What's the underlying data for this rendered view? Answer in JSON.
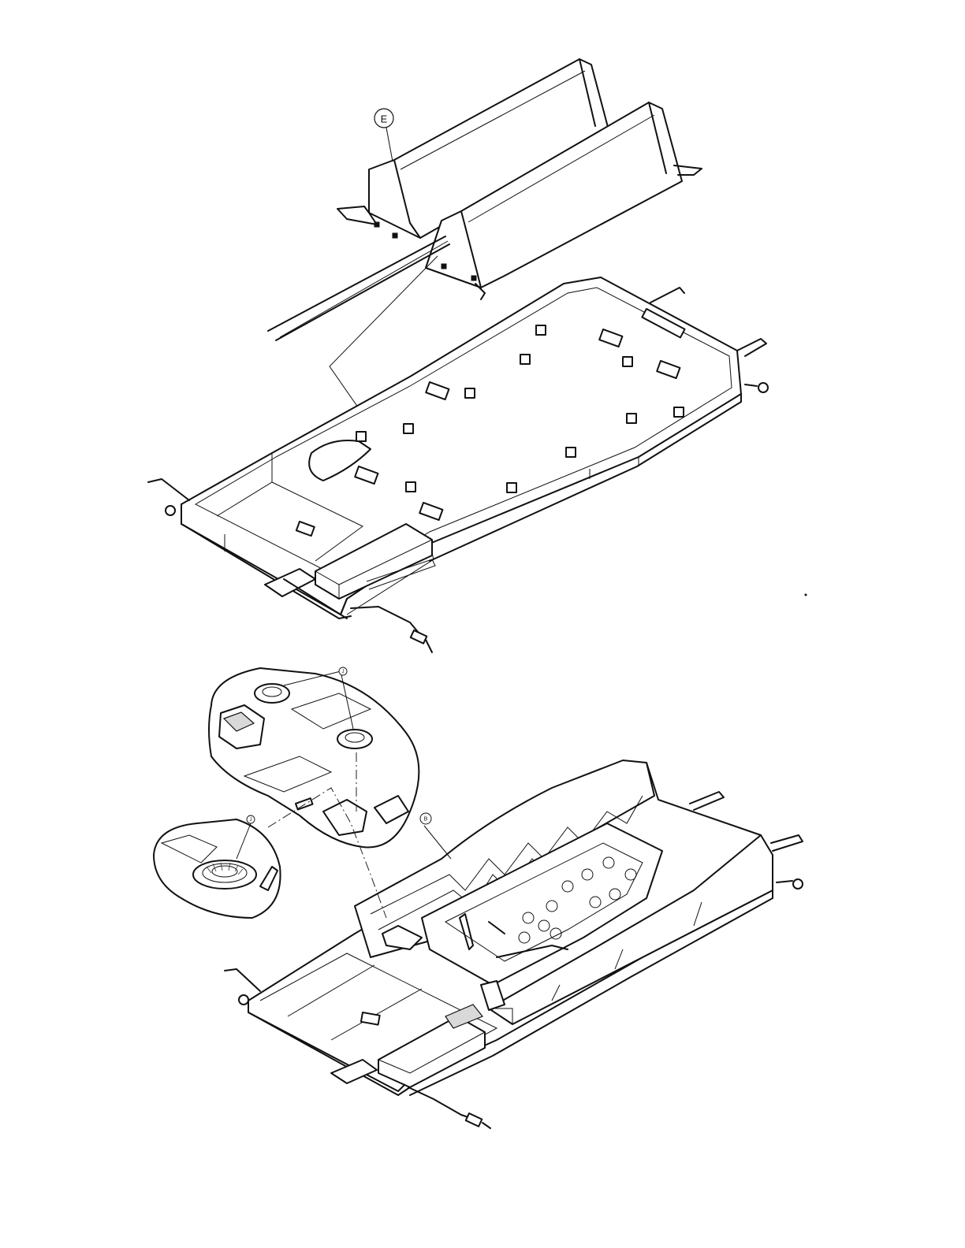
{
  "callouts": {
    "e": "E",
    "b": "B",
    "j_upper": "J",
    "j_lower": "J"
  }
}
